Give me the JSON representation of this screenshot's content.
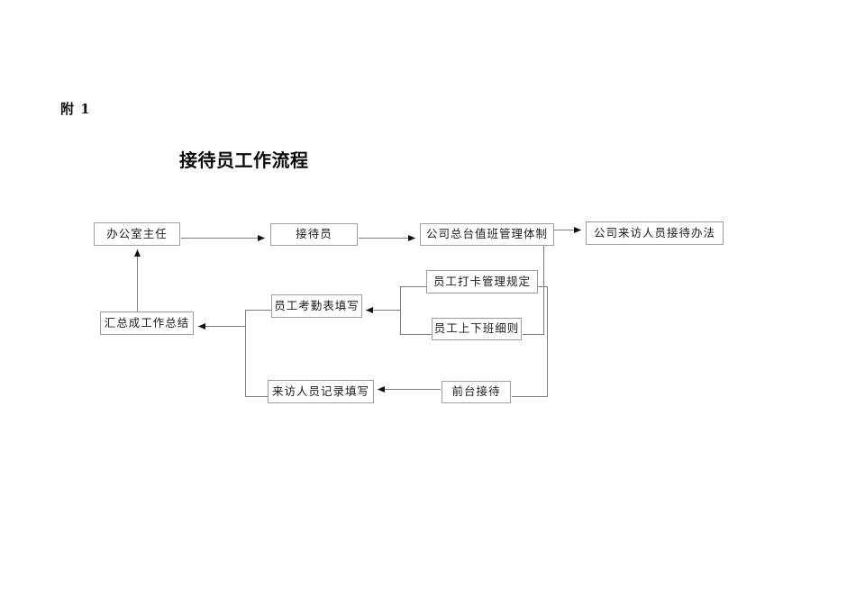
{
  "document": {
    "attachment_label": "附 1",
    "title": "接待员工作流程"
  },
  "flowchart": {
    "nodes": [
      {
        "id": "office-director",
        "label": "办公室主任"
      },
      {
        "id": "receptionist",
        "label": "接待员"
      },
      {
        "id": "front-desk-duty-system",
        "label": "公司总台值班管理体制"
      },
      {
        "id": "visitor-reception-method",
        "label": "公司来访人员接待办法"
      },
      {
        "id": "punch-card-rules",
        "label": "员工打卡管理规定"
      },
      {
        "id": "attendance-form-filling",
        "label": "员工考勤表填写"
      },
      {
        "id": "work-shift-rules",
        "label": "员工上下班细则"
      },
      {
        "id": "work-summary",
        "label": "汇总成工作总结"
      },
      {
        "id": "visitor-record-filling",
        "label": "来访人员记录填写"
      },
      {
        "id": "front-desk-reception",
        "label": "前台接待"
      }
    ],
    "colors": {
      "box_border": "#9e9e9e",
      "connector_line": "#7d7d7d",
      "arrowhead": "#111111",
      "text": "#1c1c1c"
    }
  }
}
